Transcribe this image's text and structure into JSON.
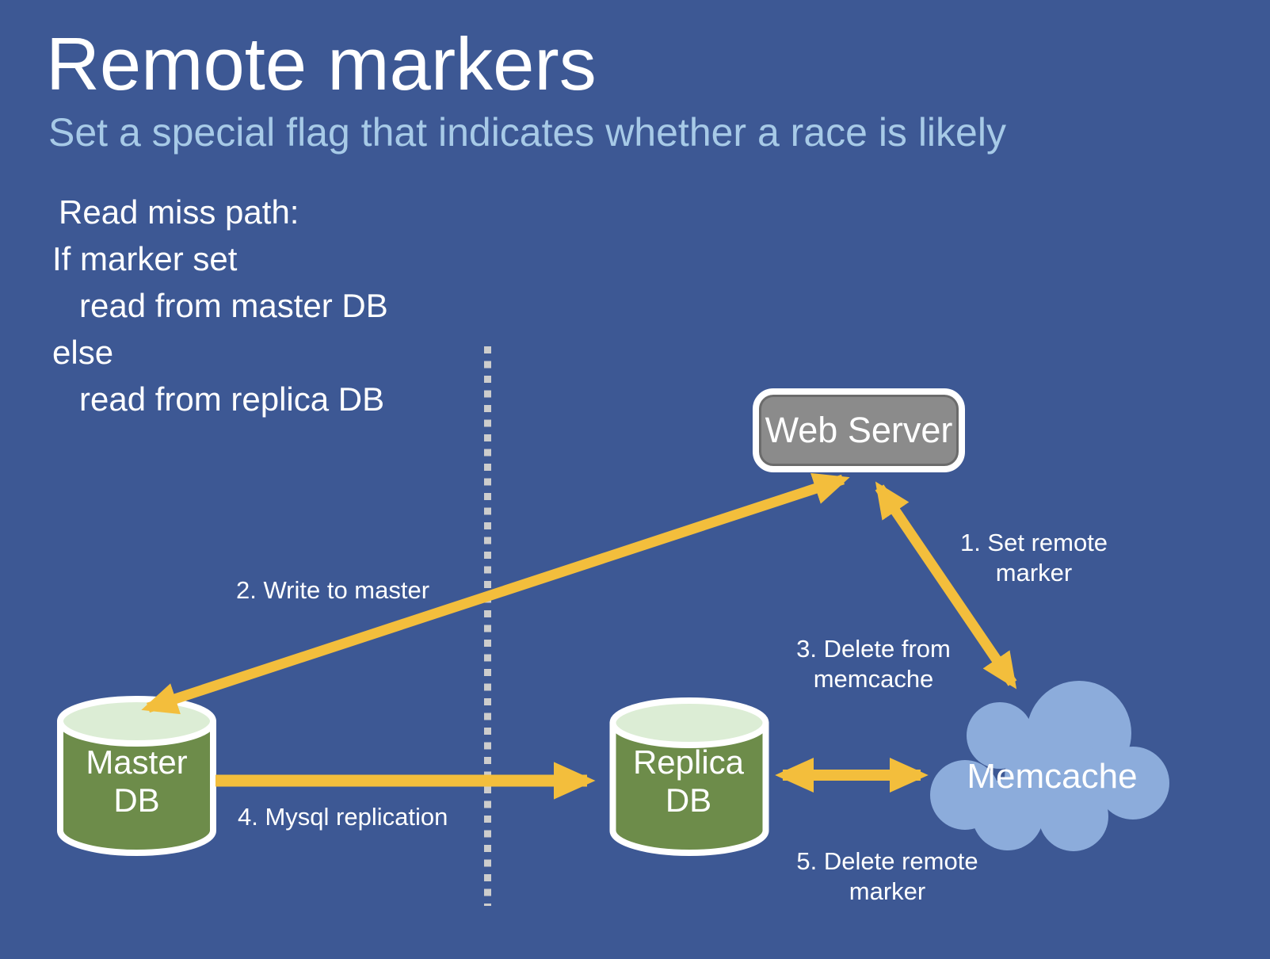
{
  "slide": {
    "title": "Remote markers",
    "subtitle": "Set a special flag that indicates whether a race is likely"
  },
  "pseudocode": {
    "lines": [
      "Read miss path:",
      "If marker set",
      "read from master DB",
      "else",
      "read from replica DB"
    ]
  },
  "nodes": {
    "web_server": {
      "label": "Web Server",
      "icon": "server-rounded-rectangle"
    },
    "master_db": {
      "line1": "Master",
      "line2": "DB",
      "icon": "database-cylinder"
    },
    "replica_db": {
      "line1": "Replica",
      "line2": "DB",
      "icon": "database-cylinder"
    },
    "memcache": {
      "label": "Memcache",
      "icon": "cloud"
    }
  },
  "steps": {
    "step1": {
      "lines": [
        "1. Set remote",
        "marker"
      ]
    },
    "step2": {
      "lines": [
        "2. Write to master"
      ]
    },
    "step3": {
      "lines": [
        "3. Delete from",
        "memcache"
      ]
    },
    "step4": {
      "lines": [
        "4. Mysql replication"
      ]
    },
    "step5": {
      "lines": [
        "5. Delete remote",
        "marker"
      ]
    }
  },
  "colors": {
    "background": "#3d5894",
    "title_text": "#ffffff",
    "subtitle_text": "#a7cae7",
    "arrow": "#f3be3c",
    "db_body": "#6d8c4a",
    "db_top": "#dcedd5",
    "cloud": "#8cacdb",
    "server_fill": "#8b8b8b",
    "divider_dot": "#cdcdcd"
  }
}
